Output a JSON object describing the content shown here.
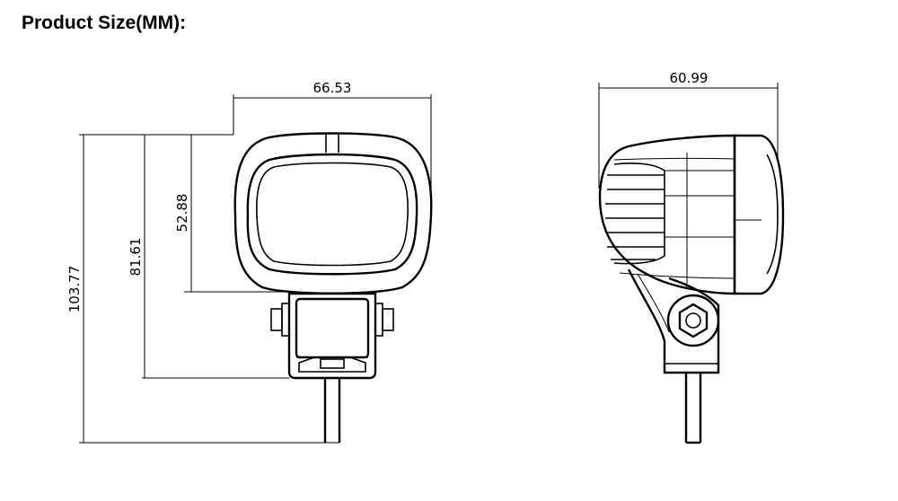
{
  "title": "Product Size(MM):",
  "front_view": {
    "width_dim": "66.53",
    "lens_height_dim": "52.88",
    "body_height_dim": "81.61",
    "total_height_dim": "103.77"
  },
  "side_view": {
    "depth_dim": "60.99"
  }
}
